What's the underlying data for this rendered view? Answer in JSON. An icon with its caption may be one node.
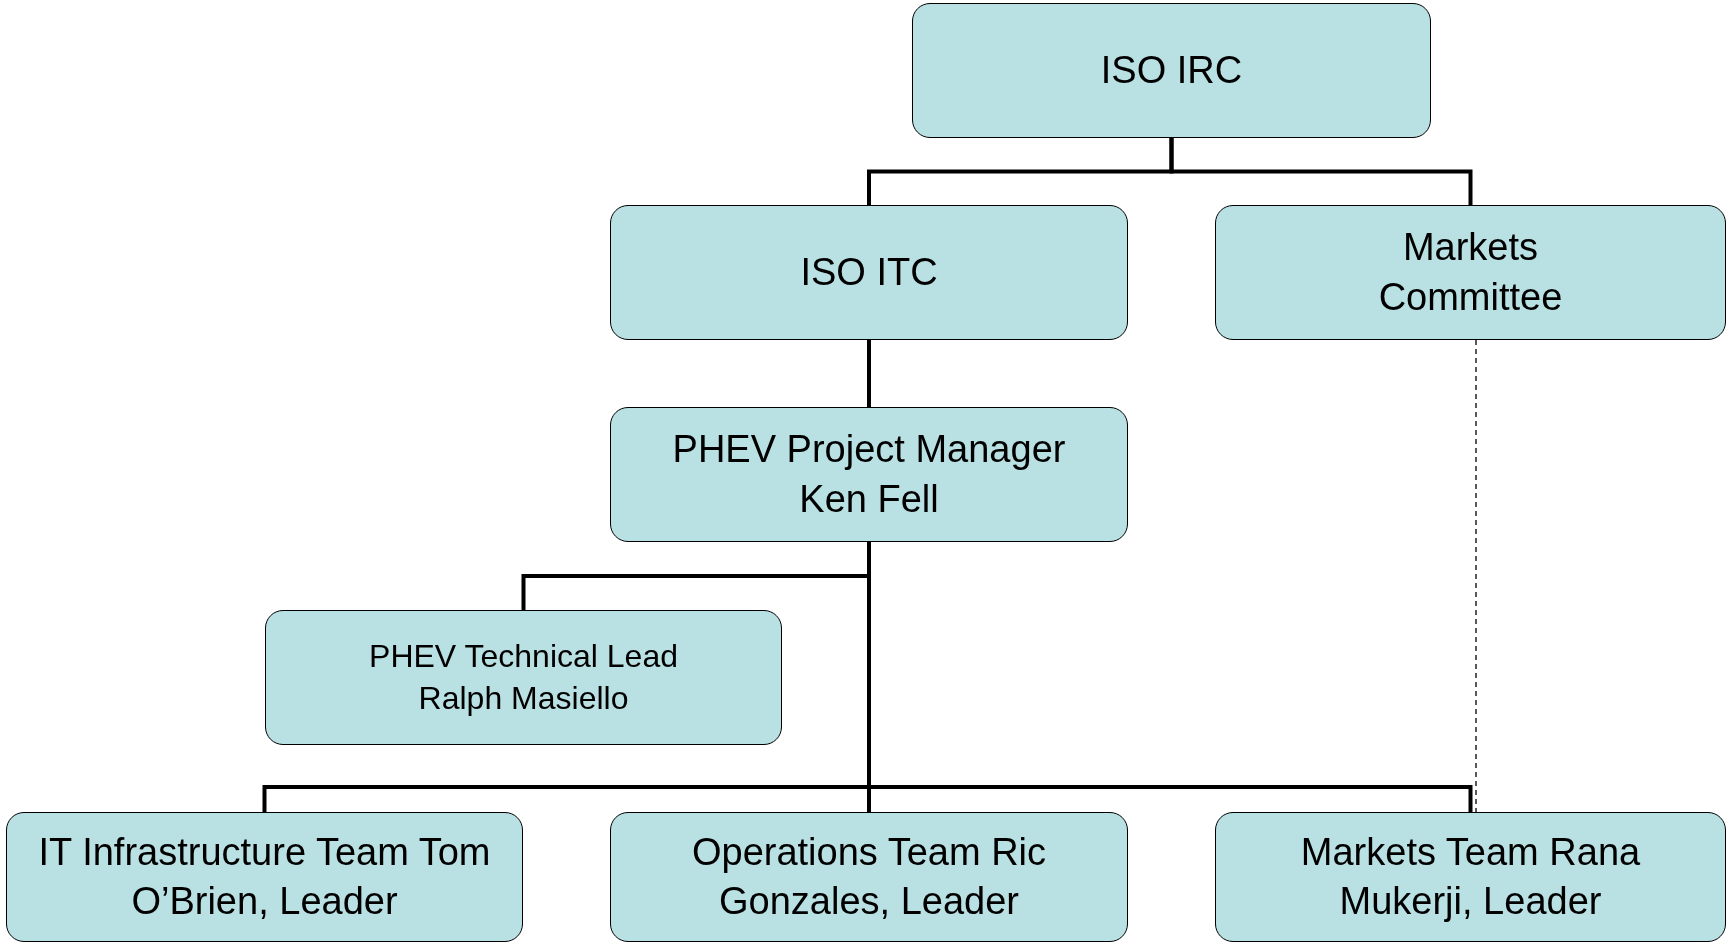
{
  "diagram": {
    "nodes": [
      {
        "text": [
          "ISO IRC"
        ]
      },
      {
        "text": [
          "ISO ITC"
        ]
      },
      {
        "text": [
          "Markets Committee"
        ]
      },
      {
        "text": [
          "PHEV Project Manager Ken Fell"
        ]
      },
      {
        "text": [
          "PHEV Technical Lead Ralph Masiello"
        ]
      },
      {
        "text": [
          "IT Infrastructure Team Tom O’Brien, Leader"
        ]
      },
      {
        "text": [
          "Operations Team Ric Gonzales, Leader"
        ]
      },
      {
        "text": [
          "Markets Team Rana Mukerji, Leader"
        ]
      }
    ],
    "edges": [
      {
        "from": 0,
        "to": 1,
        "arrow": "none"
      },
      {
        "from": 0,
        "to": 2,
        "arrow": "none"
      },
      {
        "from": 1,
        "to": 3,
        "arrow": "none"
      },
      {
        "from": 3,
        "to": 4,
        "arrow": "none"
      },
      {
        "from": 3,
        "to": 5,
        "arrow": "none"
      },
      {
        "from": 3,
        "to": 6,
        "arrow": "none"
      },
      {
        "from": 3,
        "to": 7,
        "arrow": "none"
      },
      {
        "from": 2,
        "to": 7,
        "arrow": "none",
        "style": "dashed"
      }
    ]
  }
}
